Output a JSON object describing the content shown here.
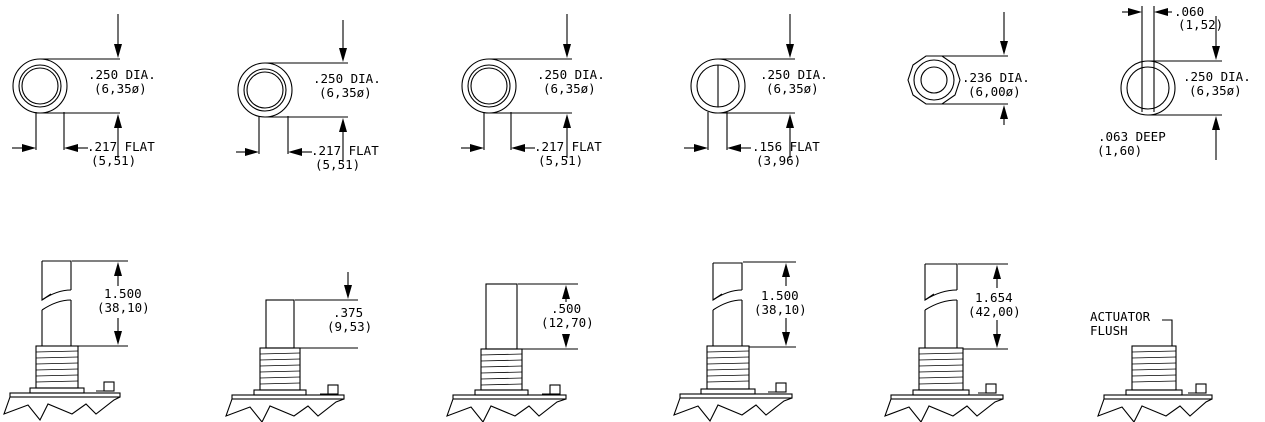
{
  "top_views": [
    {
      "id": "t1",
      "dia": ".250 DIA.",
      "dia_mm": "(6,35ø)",
      "flat": ".217 FLAT",
      "flat_mm": "(5,51)"
    },
    {
      "id": "t2",
      "dia": ".250 DIA.",
      "dia_mm": "(6,35ø)",
      "flat": ".217 FLAT",
      "flat_mm": "(5,51)"
    },
    {
      "id": "t3",
      "dia": ".250 DIA.",
      "dia_mm": "(6,35ø)",
      "flat": ".217 FLAT",
      "flat_mm": "(5,51)"
    },
    {
      "id": "t4",
      "dia": ".250 DIA.",
      "dia_mm": "(6,35ø)",
      "flat": ".156 FLAT",
      "flat_mm": "(3,96)"
    },
    {
      "id": "t5",
      "dia": ".236 DIA.",
      "dia_mm": "(6,00ø)"
    },
    {
      "id": "t6",
      "dia": ".250 DIA.",
      "dia_mm": "(6,35ø)",
      "slot": ".060",
      "slot_mm": "(1,52)",
      "deep": ".063 DEEP",
      "deep_mm": "(1,60)"
    }
  ],
  "side_views": [
    {
      "id": "s1",
      "length": "1.500",
      "length_mm": "(38,10)"
    },
    {
      "id": "s2",
      "length": ".375",
      "length_mm": "(9,53)"
    },
    {
      "id": "s3",
      "length": ".500",
      "length_mm": "(12,70)"
    },
    {
      "id": "s4",
      "length": "1.500",
      "length_mm": "(38,10)"
    },
    {
      "id": "s5",
      "length": "1.654",
      "length_mm": "(42,00)"
    },
    {
      "id": "s6",
      "note_line1": "ACTUATOR",
      "note_line2": "FLUSH"
    }
  ]
}
